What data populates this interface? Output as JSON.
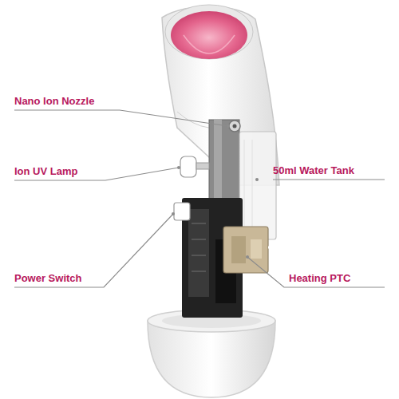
{
  "diagram": {
    "labels": [
      "Nano Ion Nozzle",
      "Ion UV Lamp",
      "Power Switch",
      "50ml Water Tank",
      "Heating PTC"
    ]
  }
}
